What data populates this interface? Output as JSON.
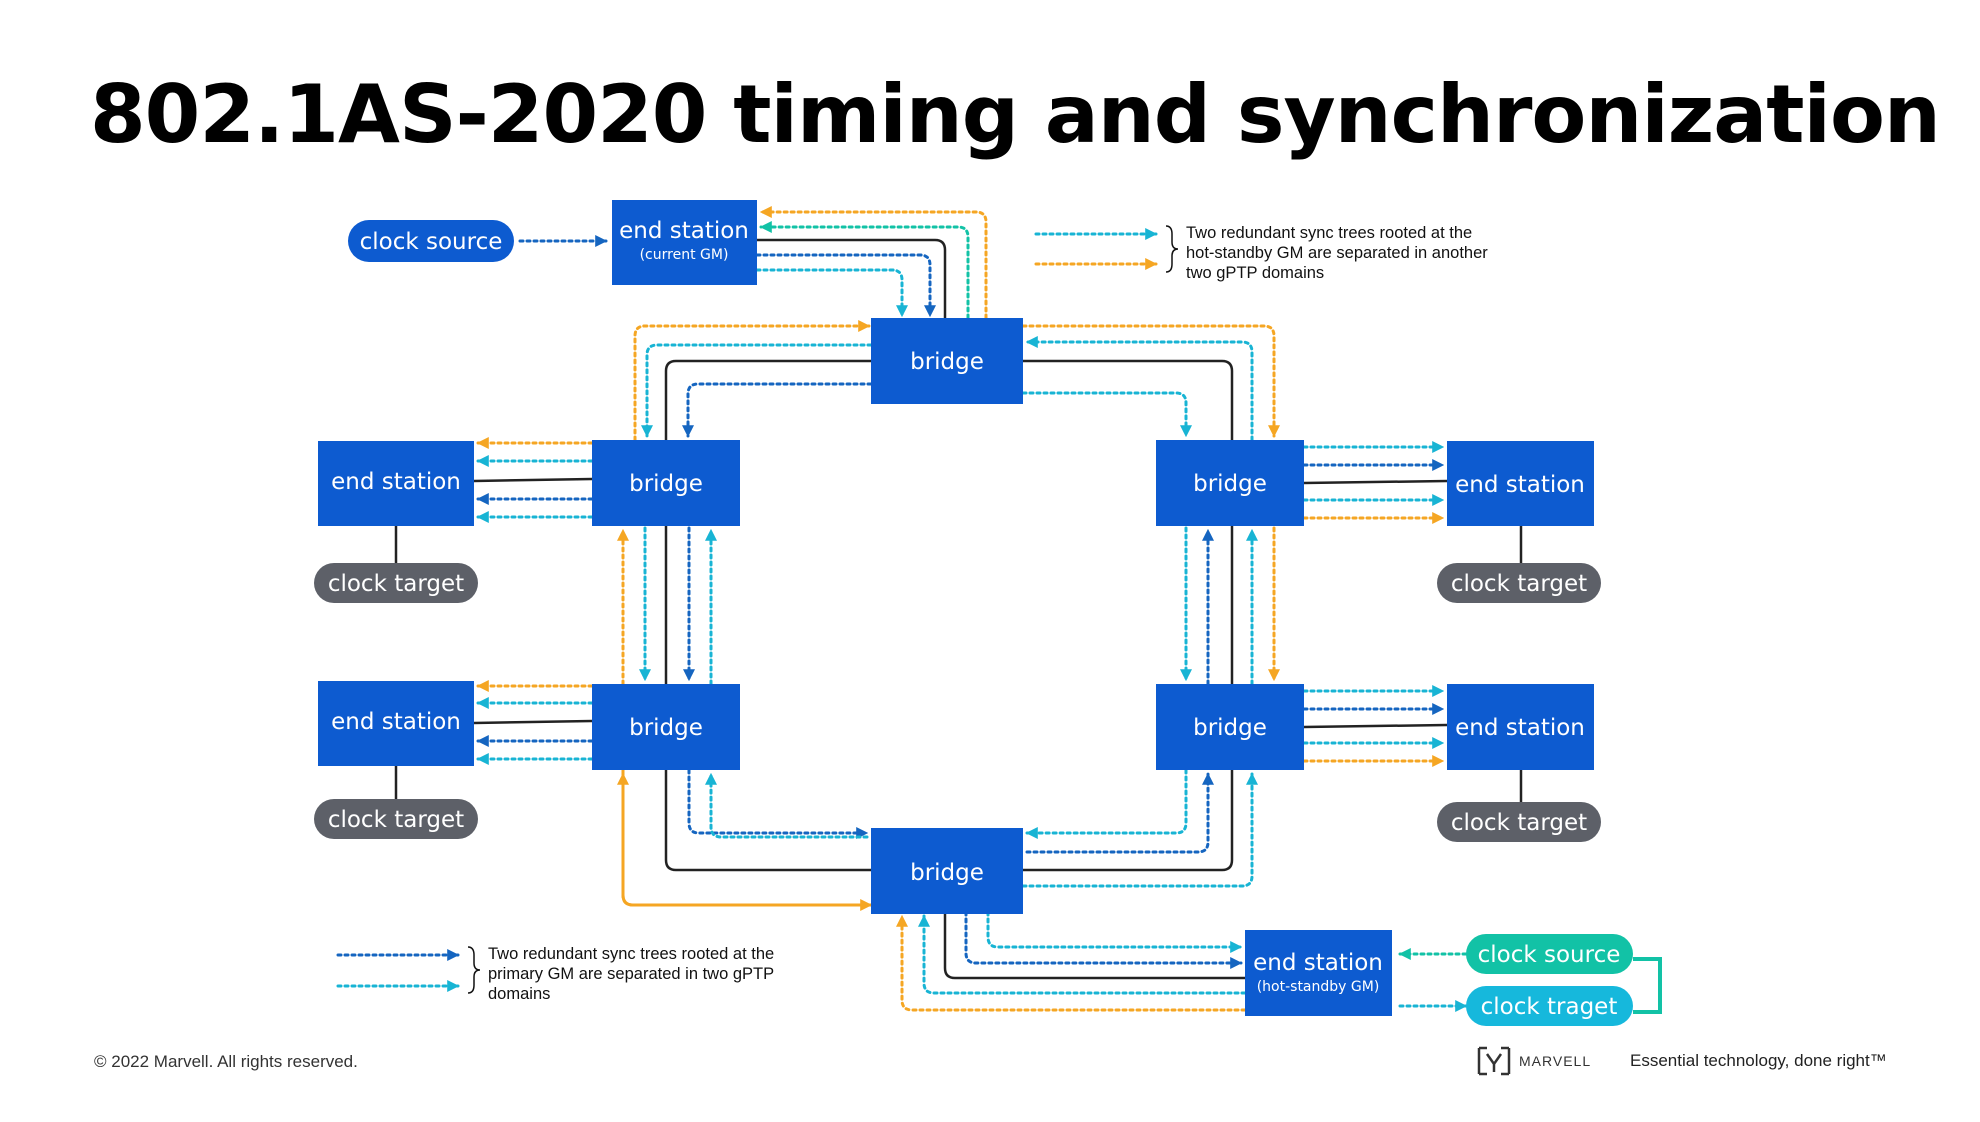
{
  "title": "802.1AS-2020 timing and synchronization",
  "nodes": {
    "gm_current": {
      "label": "end station",
      "sub": "(current GM)"
    },
    "gm_standby": {
      "label": "end station",
      "sub": "(hot-standby GM)"
    },
    "bridge_top": {
      "label": "bridge"
    },
    "bridge_bottom": {
      "label": "bridge"
    },
    "bridge_left_top": {
      "label": "bridge"
    },
    "bridge_left_bottom": {
      "label": "bridge"
    },
    "bridge_right_top": {
      "label": "bridge"
    },
    "bridge_right_bottom": {
      "label": "bridge"
    },
    "es_left_top": {
      "label": "end station"
    },
    "es_left_bottom": {
      "label": "end station"
    },
    "es_right_top": {
      "label": "end station"
    },
    "es_right_bottom": {
      "label": "end station"
    }
  },
  "pills": {
    "clock_source_top": "clock source",
    "clock_source_bottom": "clock source",
    "clock_traget": "clock traget",
    "clock_target_lt": "clock target",
    "clock_target_lb": "clock target",
    "clock_target_rt": "clock target",
    "clock_target_rb": "clock target"
  },
  "legend_top": [
    "Two redundant sync trees rooted at the",
    "hot-standby GM are separated in another",
    "two gPTP domains"
  ],
  "legend_bottom": [
    "Two redundant sync trees rooted at the",
    "primary GM are separated in two gPTP",
    "domains"
  ],
  "footer": {
    "copyright": "© 2022 Marvell. All rights reserved.",
    "brand": "MARVELL",
    "tagline": "Essential technology, done right™"
  },
  "colors": {
    "box": "#0d5bd0",
    "pill_blue": "#0d5bd0",
    "pill_gray": "#5d6068",
    "pill_teal": "#12c2a6",
    "pill_cyan": "#16b8dc",
    "arrow_blue": "#1565c0",
    "arrow_cyan": "#18b4d4",
    "arrow_orange": "#f5a623",
    "line_black": "#222222"
  }
}
